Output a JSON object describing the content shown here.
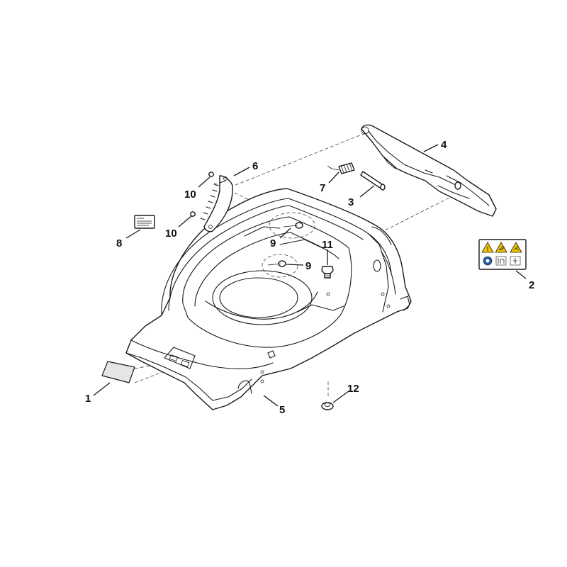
{
  "callouts": [
    {
      "id": "1",
      "text": "1"
    },
    {
      "id": "2",
      "text": "2"
    },
    {
      "id": "3",
      "text": "3"
    },
    {
      "id": "4",
      "text": "4"
    },
    {
      "id": "5",
      "text": "5"
    },
    {
      "id": "6",
      "text": "6"
    },
    {
      "id": "7",
      "text": "7"
    },
    {
      "id": "8",
      "text": "8"
    },
    {
      "id": "9a",
      "text": "9"
    },
    {
      "id": "9b",
      "text": "9"
    },
    {
      "id": "10a",
      "text": "10"
    },
    {
      "id": "10b",
      "text": "10"
    },
    {
      "id": "11",
      "text": "11"
    },
    {
      "id": "12",
      "text": "12"
    }
  ],
  "colors": {
    "line": "#1a1a1a",
    "fill": "#ffffff",
    "warning_yellow": "#f2c300",
    "mandatory_blue": "#1f5fae"
  }
}
